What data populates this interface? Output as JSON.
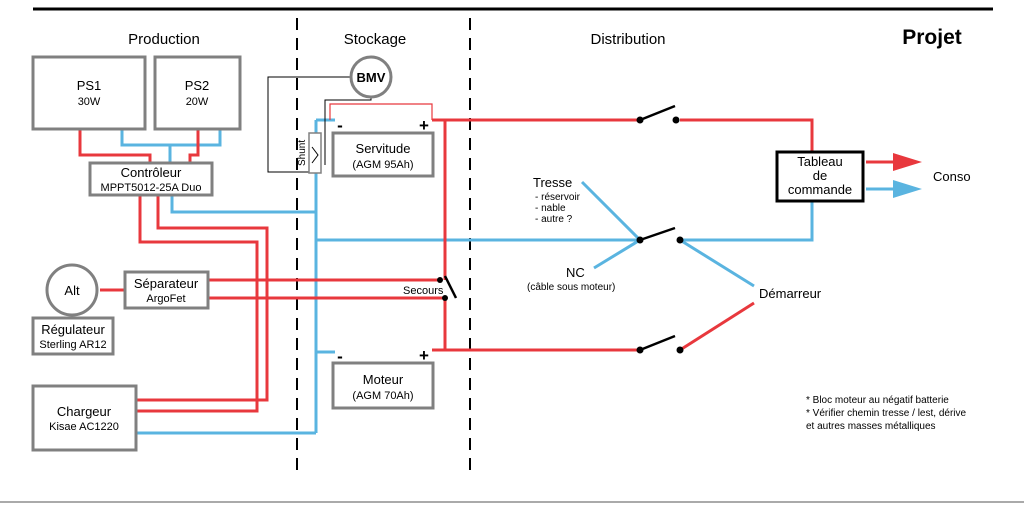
{
  "sections": {
    "production": "Production",
    "stockage": "Stockage",
    "distribution": "Distribution",
    "projet": "Projet"
  },
  "components": {
    "ps1": {
      "name": "PS1",
      "spec": "30W"
    },
    "ps2": {
      "name": "PS2",
      "spec": "20W"
    },
    "controleur": {
      "name": "Contrôleur",
      "spec": "MPPT5012-25A Duo"
    },
    "alt": {
      "name": "Alt"
    },
    "regulateur": {
      "name": "Régulateur",
      "spec": "Sterling AR12"
    },
    "separateur": {
      "name": "Séparateur",
      "spec": "ArgoFet"
    },
    "chargeur": {
      "name": "Chargeur",
      "spec": "Kisae AC1220"
    },
    "bmv": {
      "name": "BMV"
    },
    "shunt": {
      "name": "Shunt"
    },
    "servitude": {
      "name": "Servitude",
      "spec": "(AGM 95Ah)",
      "neg": "-",
      "pos": "+"
    },
    "moteur": {
      "name": "Moteur",
      "spec": "(AGM 70Ah)",
      "neg": "-",
      "pos": "+"
    },
    "secours": {
      "name": "Secours"
    },
    "tableau": {
      "line1": "Tableau",
      "line2": "de",
      "line3": "commande"
    },
    "conso": {
      "name": "Conso"
    },
    "demarreur": {
      "name": "Démarreur"
    }
  },
  "tresse": {
    "title": "Tresse",
    "items": [
      "- réservoir",
      "- nable",
      "- autre ?"
    ]
  },
  "nc": {
    "title": "NC",
    "note": "(câble sous moteur)"
  },
  "notes": [
    "* Bloc moteur au négatif batterie",
    "* Vérifier chemin tresse / lest, dérive",
    "et autres masses métalliques"
  ],
  "colors": {
    "positive": "#e8383d",
    "negative": "#5ab4e0",
    "box_border": "#808080"
  }
}
